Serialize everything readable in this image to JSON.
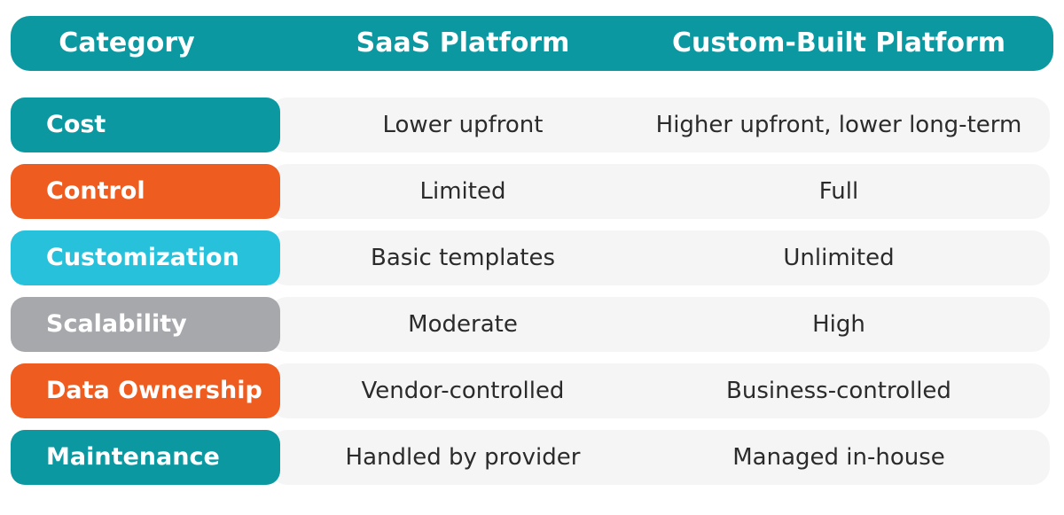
{
  "colors": {
    "teal": "#0b98a0",
    "orange": "#ee5c1f",
    "cyan": "#28c1db",
    "gray": "#a6a8ab",
    "row_bg": "#f5f5f5",
    "text": "#2b2b2b"
  },
  "header": {
    "category": "Category",
    "saas": "SaaS Platform",
    "custom": "Custom-Built Platform"
  },
  "rows": [
    {
      "category": "Cost",
      "saas": "Lower upfront",
      "custom": "Higher upfront, lower long-term",
      "pill_color": "#0b98a0"
    },
    {
      "category": "Control",
      "saas": "Limited",
      "custom": "Full",
      "pill_color": "#ee5c1f"
    },
    {
      "category": "Customization",
      "saas": "Basic templates",
      "custom": "Unlimited",
      "pill_color": "#28c1db"
    },
    {
      "category": "Scalability",
      "saas": "Moderate",
      "custom": "High",
      "pill_color": "#a6a8ab"
    },
    {
      "category": "Data Ownership",
      "saas": "Vendor-controlled",
      "custom": "Business-controlled",
      "pill_color": "#ee5c1f"
    },
    {
      "category": "Maintenance",
      "saas": "Handled by provider",
      "custom": "Managed in-house",
      "pill_color": "#0b98a0"
    }
  ]
}
